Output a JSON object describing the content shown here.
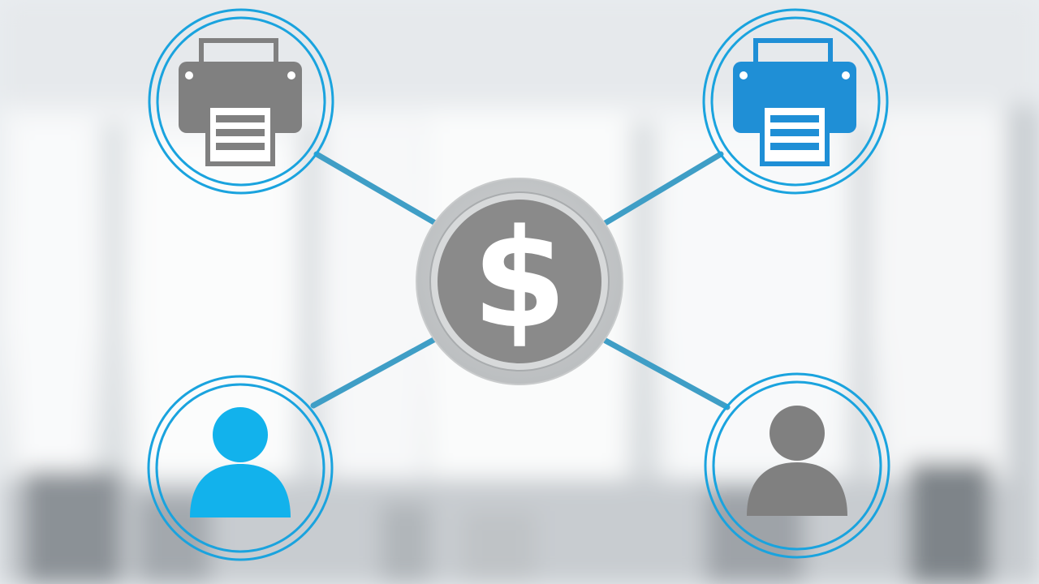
{
  "center_node": {
    "icon": "dollar-icon",
    "symbol": "$",
    "fill_color": "#8a8a8a",
    "ring_color": "#c9cbcc"
  },
  "nodes": [
    {
      "id": "printer-top-left",
      "icon": "printer-icon",
      "icon_color": "#808080"
    },
    {
      "id": "printer-top-right",
      "icon": "printer-icon",
      "icon_color": "#1f8fd6"
    },
    {
      "id": "user-bottom-left",
      "icon": "user-icon",
      "icon_color": "#12b2ec"
    },
    {
      "id": "user-bottom-right",
      "icon": "user-icon",
      "icon_color": "#808080"
    }
  ],
  "colors": {
    "ring": "#1aa3de",
    "connector": "#3f9ec6",
    "background": "#e9edf0"
  }
}
